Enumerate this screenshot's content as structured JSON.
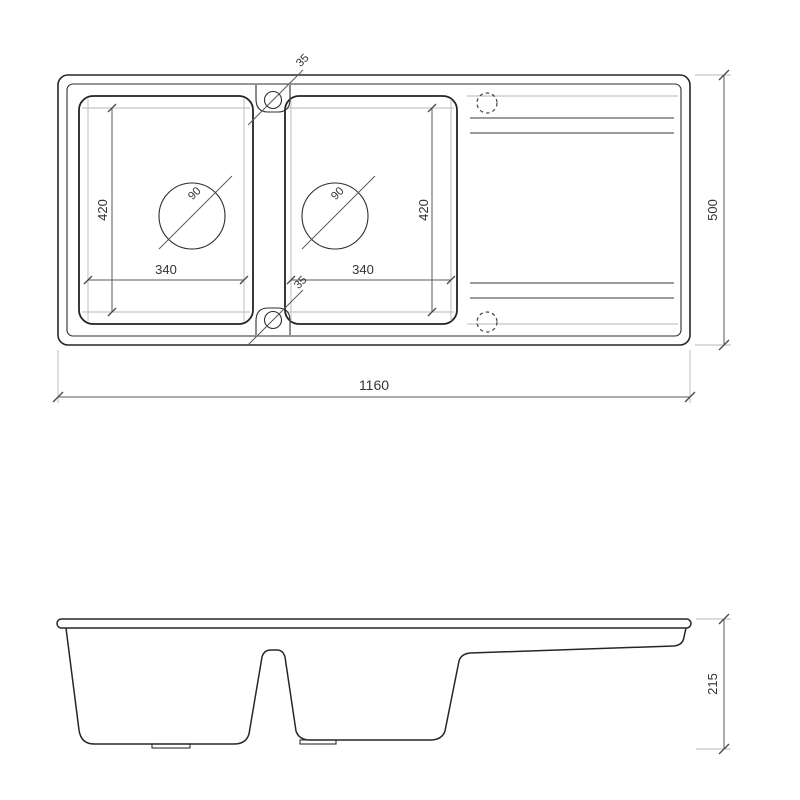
{
  "labels": {
    "overall_width": "1160",
    "overall_depth": "500",
    "overall_height": "215",
    "left_bowl_depth": "420",
    "right_bowl_depth": "420",
    "left_bowl_width": "340",
    "right_bowl_width": "340",
    "left_drain_diameter": "90",
    "right_drain_diameter": "90",
    "top_hole_diameter": "35",
    "bottom_hole_diameter": "35"
  },
  "colors": {
    "main_line": "#262626",
    "dimension_line": "#5a5a5a",
    "extension_line": "#b7b7b7",
    "text": "#333333",
    "background": "#ffffff"
  }
}
